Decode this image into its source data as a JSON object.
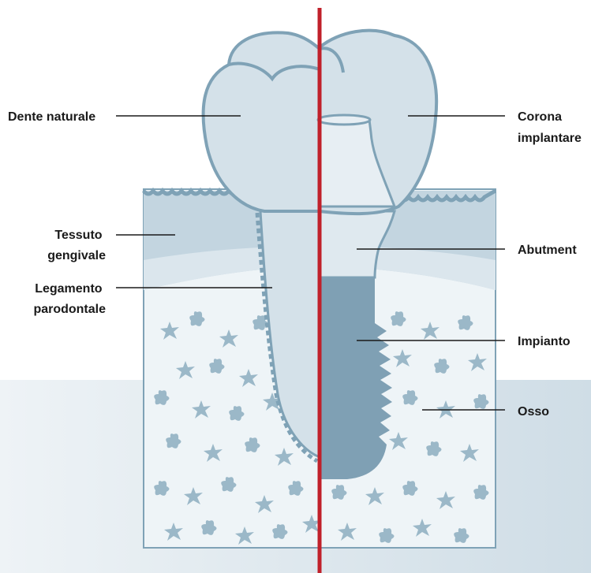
{
  "labels": {
    "natural_tooth": "Dente naturale",
    "gum_tissue": [
      "Tessuto",
      "gengivale"
    ],
    "ligament": [
      "Legamento",
      "parodontale"
    ],
    "implant_crown": [
      "Corona",
      "implantare"
    ],
    "abutment": "Abutment",
    "implant": "Impianto",
    "bone": "Osso"
  },
  "colors": {
    "outline": "#7fa2b6",
    "crown_fill": "#d4e1e9",
    "gum": "#c3d5e0",
    "bone_bg": "#eef4f7",
    "bone_pattern": "#9bb8c8",
    "implant": "#7fa0b4",
    "abutment": "#dfe9ef",
    "divider": "#c0202a",
    "backdrop": "#dde7ee"
  }
}
